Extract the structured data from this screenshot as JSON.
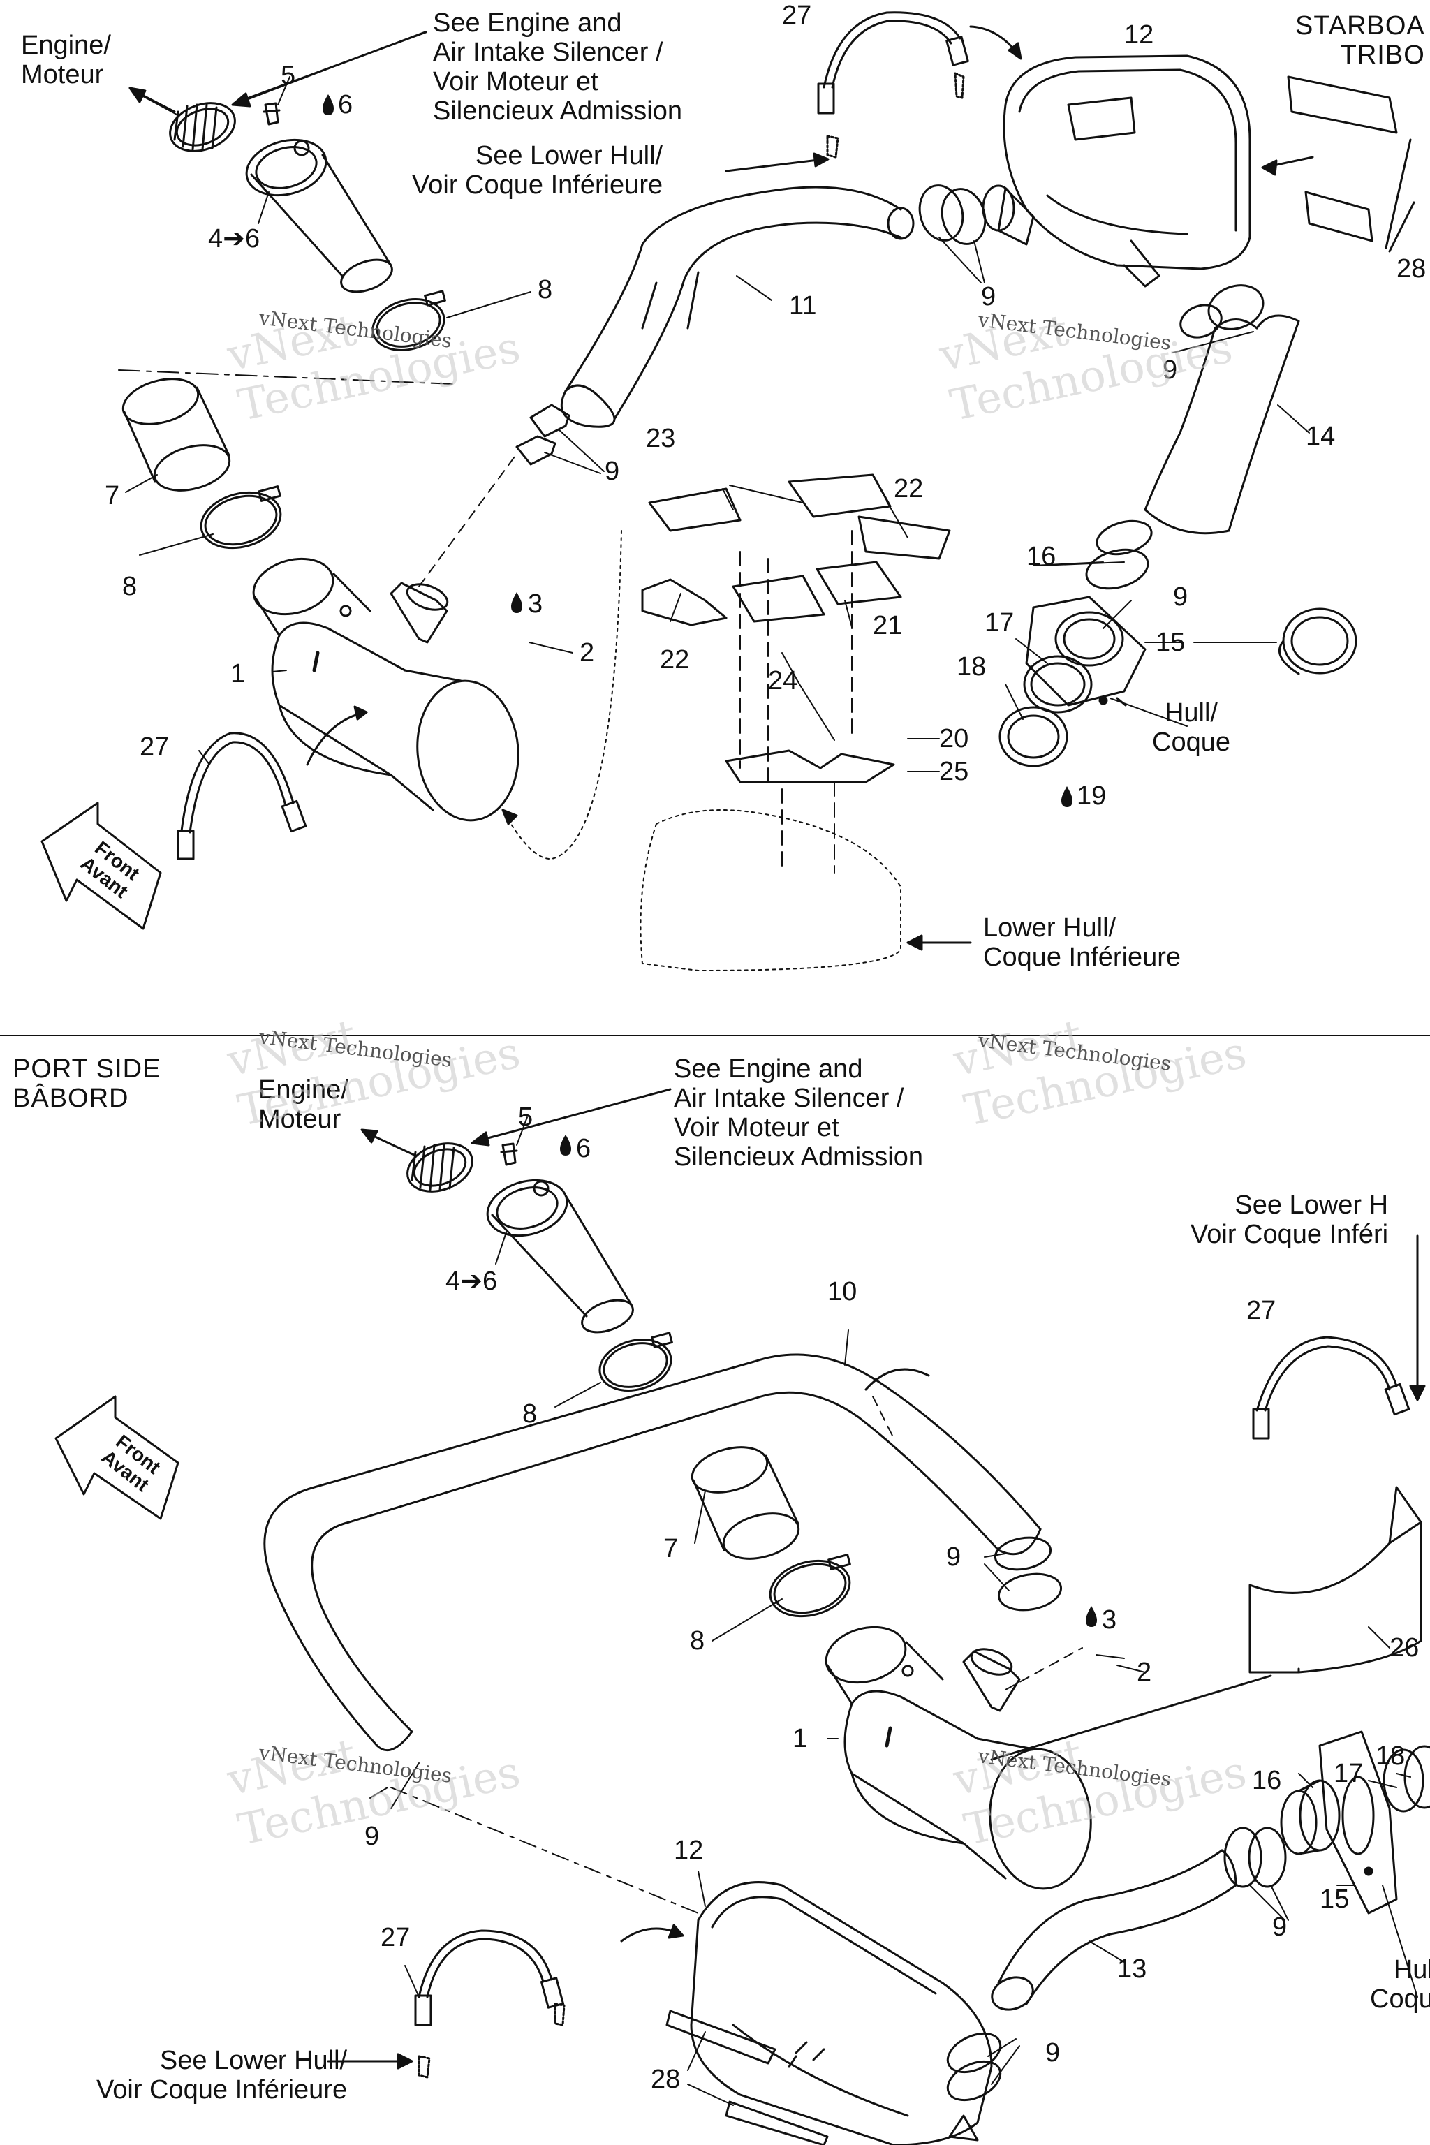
{
  "top_section": {
    "header": "STARBOA\nTRIBO",
    "callouts": {
      "engine": "Engine/\nMoteur",
      "see_engine": "See Engine and\nAir Intake Silencer /\nVoir Moteur et\nSilencieux Admission",
      "see_lower_hull": "See Lower Hull/\nVoir Coque Inférieure",
      "hull": "Hull/\nCoque",
      "lower_hull": "Lower Hull/\nCoque Inférieure",
      "front": "Front\nAvant"
    },
    "part_numbers": {
      "n27a": "27",
      "n12": "12",
      "n28": "28",
      "n5": "5",
      "n6": "6",
      "n4to6": "4➔6",
      "n8a": "8",
      "n11": "11",
      "n9a": "9",
      "n9b": "9",
      "n14": "14",
      "n7": "7",
      "n9c": "9",
      "n23": "23",
      "n22a": "22",
      "n3": "3",
      "n2": "2",
      "n8b": "8",
      "n16": "16",
      "n9d": "9",
      "n22b": "22",
      "n21": "21",
      "n1": "1",
      "n17": "17",
      "n15": "15",
      "n18": "18",
      "n24": "24",
      "n27b": "27",
      "n20": "20",
      "n25": "25",
      "n19": "19"
    }
  },
  "bottom_section": {
    "header": "PORT SIDE\nBÂBORD",
    "callouts": {
      "engine": "Engine/\nMoteur",
      "see_engine": "See Engine and\nAir Intake Silencer /\nVoir Moteur et\nSilencieux Admission",
      "see_lower_hull_right": "See Lower H\nVoir Coque Inféri",
      "see_lower_hull_left": "See Lower Hull/\nVoir Coque Inférieure",
      "hull": "Hul\nCoqu",
      "front": "Front\nAvant"
    },
    "part_numbers": {
      "n5": "5",
      "n6": "6",
      "n4to6": "4➔6",
      "n10": "10",
      "n27a": "27",
      "n8a": "8",
      "n7": "7",
      "n9a": "9",
      "n3": "3",
      "n8b": "8",
      "n2": "2",
      "n26": "26",
      "n1": "1",
      "n18": "18",
      "n17": "17",
      "n16": "16",
      "n9b": "9",
      "n15": "15",
      "n12": "12",
      "n27b": "27",
      "n9c": "9",
      "n13": "13",
      "n9d": "9",
      "n28": "28"
    }
  },
  "watermark": {
    "big": "vNext\nTechnologies",
    "small": "vNext Technologies"
  },
  "colors": {
    "line": "#111111",
    "watermark": "#c8c8c8",
    "background": "#ffffff"
  }
}
